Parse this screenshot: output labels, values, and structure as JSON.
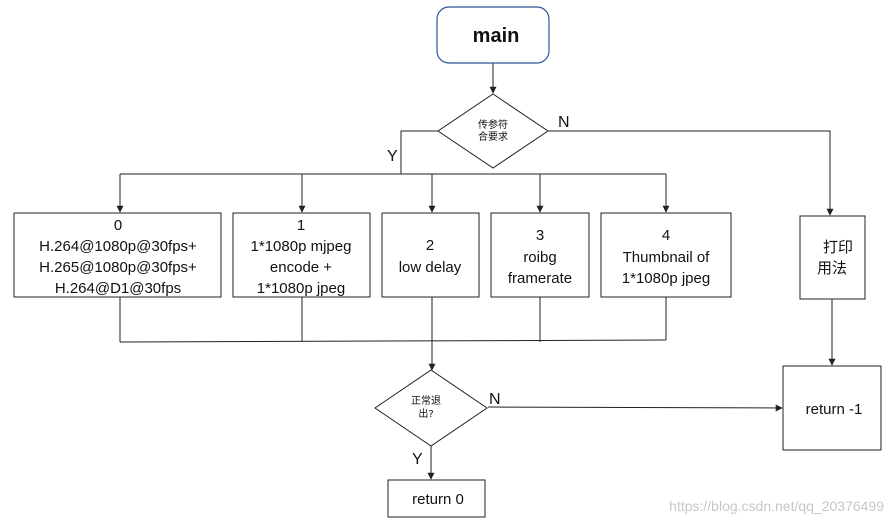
{
  "nodes": {
    "start": "main",
    "decision_params": [
      "传参符",
      "合要求"
    ],
    "case0": [
      "0",
      "H.264@1080p@30fps+",
      "H.265@1080p@30fps+",
      "H.264@D1@30fps"
    ],
    "case1": [
      "1",
      "1*1080p mjpeg",
      "encode +",
      "1*1080p jpeg"
    ],
    "case2": [
      "2",
      "low delay"
    ],
    "case3": [
      "3",
      "roibg",
      "framerate"
    ],
    "case4": [
      "4",
      "Thumbnail of",
      "1*1080p jpeg"
    ],
    "usage": [
      "打印",
      "用法"
    ],
    "decision_exit": [
      "正常退",
      "出?"
    ],
    "return_ok": "return 0",
    "return_err": "return -1"
  },
  "edge_labels": {
    "params_yes": "Y",
    "params_no": "N",
    "exit_yes": "Y",
    "exit_no": "N"
  },
  "watermark": "https://blog.csdn.net/qq_20376499",
  "colors": {
    "line": "#222222",
    "start_border": "#2f5597",
    "text": "#111111",
    "watermark": "#c7c7c7"
  }
}
